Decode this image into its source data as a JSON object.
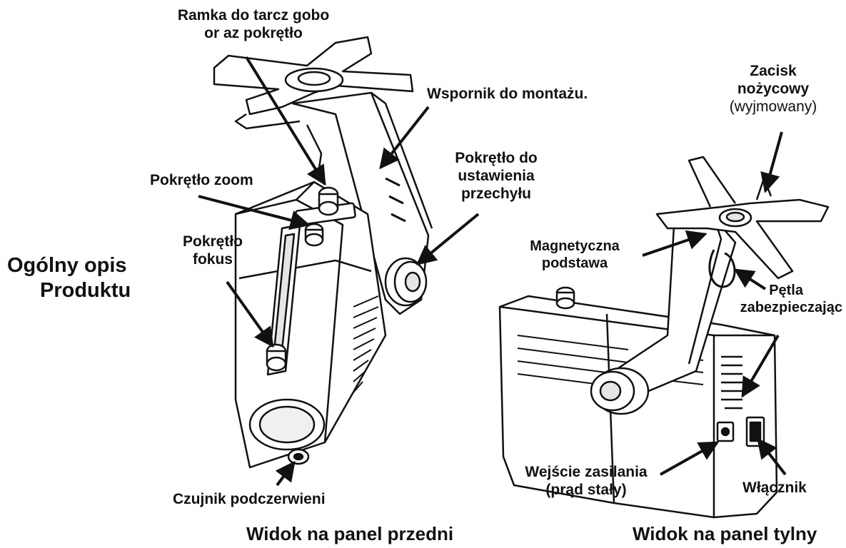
{
  "title": {
    "line1": "Ogólny opis",
    "line2": "Produktu"
  },
  "views": {
    "front": "Widok na panel przedni",
    "rear": "Widok na panel tylny"
  },
  "labels": {
    "gobo_frame": {
      "line1": "Ramka do tarcz gobo",
      "line2": "or az pokrętło"
    },
    "mounting_bracket": "Wspornik do montażu.",
    "zoom_knob": "Pokrętło zoom",
    "focus_knob": {
      "line1": "Pokrętło",
      "line2": "fokus"
    },
    "tilt_knob": {
      "line1": "Pokrętło do",
      "line2": "ustawienia",
      "line3": "przechyłu"
    },
    "ir_sensor": "Czujnik podczerwieni",
    "scissor_clamp": {
      "line1": "Zacisk",
      "line2": "nożycowy",
      "line3": "(wyjmowany)"
    },
    "magnetic_base": {
      "line1": "Magnetyczna",
      "line2": "podstawa"
    },
    "safety_loop": {
      "line1": "Pętla",
      "line2": "zabezpieczając"
    },
    "power_input": {
      "line1": "Wejście zasilania",
      "line2": "(prąd stały)"
    },
    "power_switch": "Włącznik"
  },
  "colors": {
    "ink": "#111111",
    "paper": "#ffffff",
    "shade": "#d9d9d9"
  }
}
